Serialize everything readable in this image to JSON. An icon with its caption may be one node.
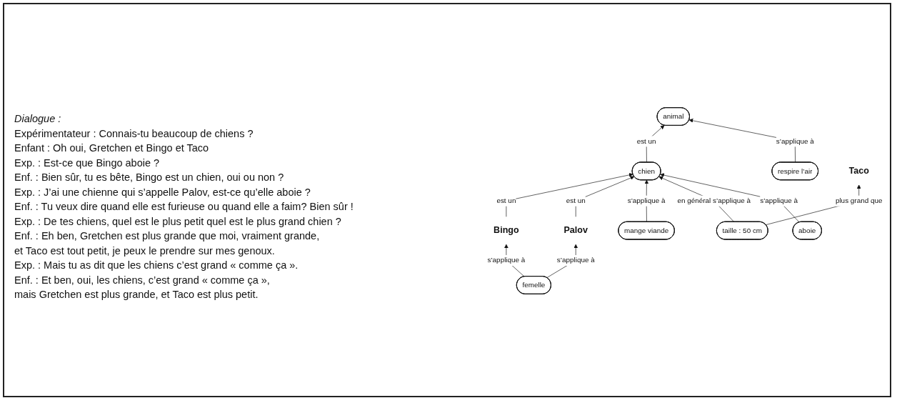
{
  "diagram": {
    "nodes": [
      {
        "text": [
          "respire l’air"
        ]
      },
      {
        "text": [
          "animal"
        ]
      },
      {
        "text": [
          "aboie"
        ]
      },
      {
        "text": [
          "taille : 50 cm"
        ]
      },
      {
        "text": [
          "chien"
        ]
      },
      {
        "text": [
          "mange viande"
        ]
      },
      {
        "text": [
          "Bingo"
        ]
      },
      {
        "text": [
          "Palov"
        ]
      },
      {
        "text": [
          "Taco"
        ]
      },
      {
        "text": [
          "femelle"
        ]
      }
    ],
    "edges": [
      {
        "from": 0,
        "to": 1,
        "arrow": "to",
        "label": "s’applique à"
      },
      {
        "from": 4,
        "to": 1,
        "arrow": "to",
        "label": "est un"
      },
      {
        "from": 2,
        "to": 4,
        "arrow": "to",
        "label": "s’applique à"
      },
      {
        "from": 3,
        "to": 4,
        "arrow": "to",
        "label": "en général s’applique à"
      },
      {
        "from": 5,
        "to": 4,
        "arrow": "to",
        "label": "s’applique à"
      },
      {
        "from": 7,
        "to": 4,
        "arrow": "to",
        "label": "est un"
      },
      {
        "from": 6,
        "to": 4,
        "arrow": "to",
        "label": "est un"
      },
      {
        "from": 3,
        "to": 8,
        "arrow": "to",
        "label": "plus grand que"
      },
      {
        "from": 9,
        "to": 6,
        "arrow": "to",
        "label": "s’applique à"
      },
      {
        "from": 9,
        "to": 7,
        "arrow": "to",
        "label": "s’applique à"
      }
    ],
    "labels": [
      "Dialogue :",
      "Expérimentateur : Connais-tu beaucoup de chiens ?",
      "Enfant : Oh oui, Gretchen et Bingo et Taco",
      "Exp. : Est-ce que Bingo aboie ?",
      "Enf. : Bien sûr, tu es bête, Bingo est un chien, oui ou non ?",
      "Exp. : J’ai une chienne qui s’appelle Palov, est-ce qu’elle aboie ?",
      "Enf. : Tu veux dire quand elle est furieuse ou quand elle a faim? Bien sûr !",
      "Exp. : De tes chiens, quel est le plus petit quel est le plus grand chien ?",
      "Enf. : Eh ben, Gretchen est plus grande que moi, vraiment grande,",
      "et Taco est tout petit, je peux le prendre sur mes genoux.",
      "Exp. : Mais tu as dit que les chiens c’est grand « comme ça ».",
      "Enf. : Et ben, oui, les chiens, c’est grand « comme ça »,",
      "mais Gretchen est plus grande, et Taco est plus petit."
    ]
  }
}
